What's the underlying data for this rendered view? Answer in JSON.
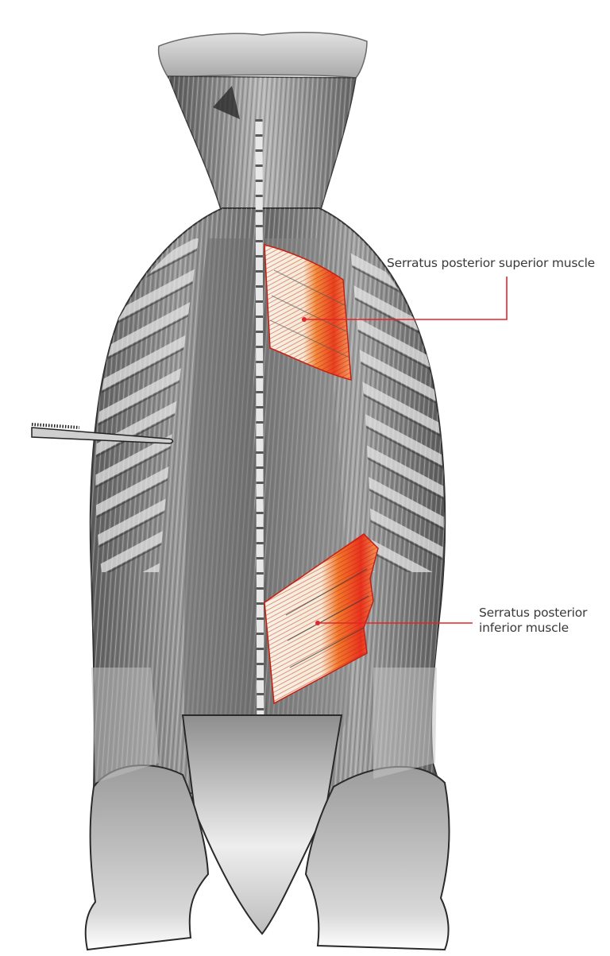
{
  "figure": {
    "subject": "Posterior view of back muscles with serratus posterior muscles highlighted",
    "colors": {
      "background": "#ffffff",
      "muscle_gray_dark": "#4a4a4a",
      "muscle_gray_mid": "#8a8a8a",
      "muscle_gray_light": "#d6d6d6",
      "highlight_red": "#e8321e",
      "highlight_orange": "#f07a2a",
      "tendon_cream": "#f6f1e4",
      "leader_line": "#e5242b",
      "label_text": "#3a3a3a"
    }
  },
  "labels": {
    "superior": {
      "text": "Serratus posterior superior muscle",
      "leader": {
        "dot": [
          383,
          402
        ],
        "elbow": [
          638,
          402
        ],
        "end": [
          638,
          348
        ]
      }
    },
    "inferior": {
      "line1": "Serratus posterior",
      "line2": "inferior muscle",
      "leader": {
        "dot": [
          400,
          784
        ],
        "end": [
          595,
          784
        ]
      }
    }
  },
  "icons": {
    "forceps": "forceps-instrument"
  }
}
